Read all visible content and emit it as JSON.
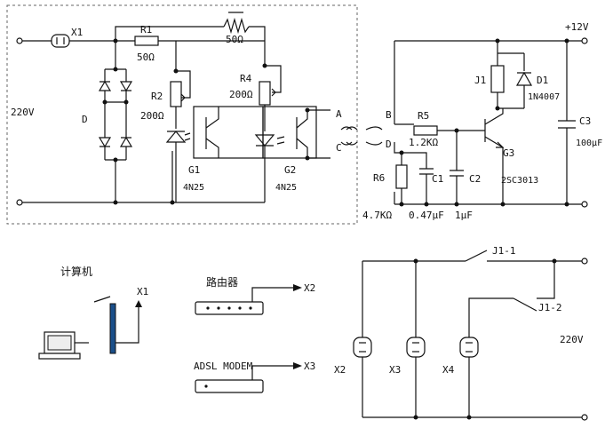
{
  "labels": {
    "x1": "X1",
    "r1": "R1",
    "r1_val": "50Ω",
    "top_res_val": "50Ω",
    "r2": "R2",
    "r2_val": "200Ω",
    "r4": "R4",
    "r4_val": "200Ω",
    "d": "D",
    "v220_left": "220V",
    "g1": "G1",
    "g1_part": "4N25",
    "g2": "G2",
    "g2_part": "4N25",
    "a": "A",
    "c": "C",
    "b": "B",
    "dd": "D",
    "r5": "R5",
    "r5_val": "1.2KΩ",
    "r6": "R6",
    "r6_val": "4.7KΩ",
    "c1": "C1",
    "c1_val": "0.47μF",
    "c2": "C2",
    "c2_val": "1μF",
    "c3": "C3",
    "c3_val": "100μF",
    "j1": "J1",
    "d1": "D1",
    "d1_part": "1N4007",
    "g3": "G3",
    "g3_part": "2SC3013",
    "vcc": "+12V",
    "computer": "计算机",
    "x1_bottom": "X1",
    "router": "路由器",
    "x2_out": "X2",
    "adsl": "ADSL MODEM",
    "x3_out": "X3",
    "j1_1": "J1-1",
    "j1_2": "J1-2",
    "v220_right": "220V",
    "x2": "X2",
    "x3": "X3",
    "x4": "X4"
  }
}
